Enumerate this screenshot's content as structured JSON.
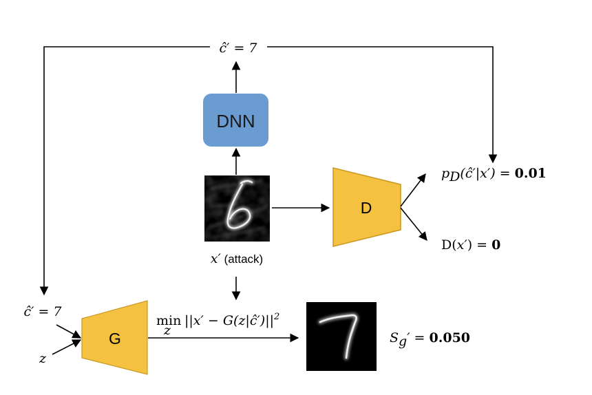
{
  "labels": {
    "c_top": "ĉ′ = 7",
    "c_left": "ĉ′ = 7",
    "z": "z",
    "dnn": "DNN",
    "disc": "D",
    "gen": "G",
    "x_attack_var": "x′",
    "x_attack_text": " (attack)",
    "pd_lhs": "p",
    "pd_sub": "D",
    "pd_mid": "(ĉ′|x′) = ",
    "pd_val": "0.01",
    "dx_lhs": "D(",
    "dx_var": "x′",
    "dx_mid": ") = ",
    "dx_val": "0",
    "min_word": "min",
    "min_sub": "z",
    "min_expr": "||x′ − G(z|ĉ′)||",
    "min_sup": "2",
    "sg_var": "S",
    "sg_sub": "g",
    "sg_mid": "′ = ",
    "sg_val": "0.050"
  },
  "colors": {
    "dnn_fill": "#6a9bd1",
    "dnn_text": "#1a1a1a",
    "trap_fill": "#f5c141",
    "trap_stroke": "#c9961e",
    "image_bg": "#000000",
    "image_stroke": "#e8e8e8",
    "line": "#000000"
  }
}
